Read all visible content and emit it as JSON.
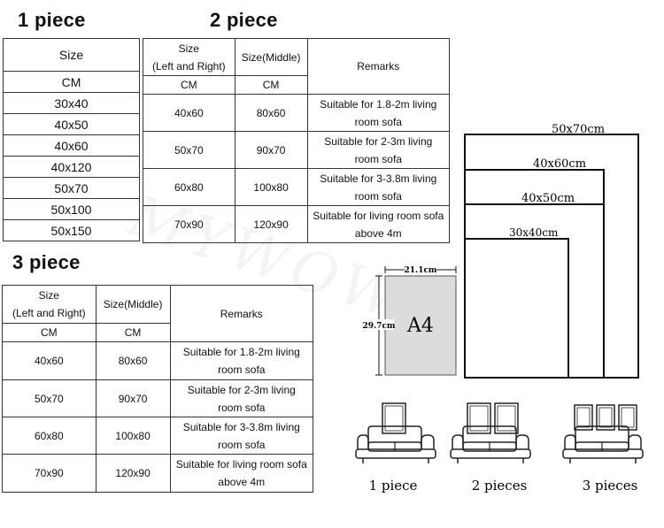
{
  "one_piece": {
    "heading": "1 piece",
    "header_size": "Size",
    "header_unit": "CM",
    "rows": [
      "30x40",
      "40x50",
      "40x60",
      "40x120",
      "50x70",
      "50x100",
      "50x150"
    ]
  },
  "two_piece": {
    "heading": "2 piece",
    "header_lr": "Size\n(Left and Right)",
    "header_middle": "Size(Middle)",
    "header_remarks": "Remarks",
    "unit_lr": "CM",
    "unit_middle": "CM",
    "rows": [
      {
        "lr": "40x60",
        "middle": "80x60",
        "remark": "Suitable for 1.8-2m living\nroom sofa"
      },
      {
        "lr": "50x70",
        "middle": "90x70",
        "remark": "Suitable for 2-3m living\nroom sofa"
      },
      {
        "lr": "60x80",
        "middle": "100x80",
        "remark": "Suitable for 3-3.8m living\nroom sofa"
      },
      {
        "lr": "70x90",
        "middle": "120x90",
        "remark": "Suitable for living room sofa\nabove 4m"
      }
    ]
  },
  "three_piece": {
    "heading": "3 piece",
    "header_lr": "Size\n(Left and Right)",
    "header_middle": "Size(Middle)",
    "header_remarks": "Remarks",
    "unit_lr": "CM",
    "unit_middle": "CM",
    "rows": [
      {
        "lr": "40x60",
        "middle": "80x60",
        "remark": "Suitable for 1.8-2m living\nroom sofa"
      },
      {
        "lr": "50x70",
        "middle": "90x70",
        "remark": "Suitable for 2-3m living\nroom sofa"
      },
      {
        "lr": "60x80",
        "middle": "100x80",
        "remark": "Suitable for 3-3.8m living\nroom sofa"
      },
      {
        "lr": "70x90",
        "middle": "120x90",
        "remark": "Suitable for living room sofa\nabove 4m"
      }
    ]
  },
  "size_comparison": {
    "frames": [
      "50x70cm",
      "40x60cm",
      "40x50cm",
      "30x40cm"
    ],
    "a4_label": "A4",
    "a4_width": "21.1cm",
    "a4_height": "29.7cm"
  },
  "arrangements": {
    "labels": [
      "1 piece",
      "2 pieces",
      "3 pieces"
    ]
  },
  "watermark": "MYWOW"
}
